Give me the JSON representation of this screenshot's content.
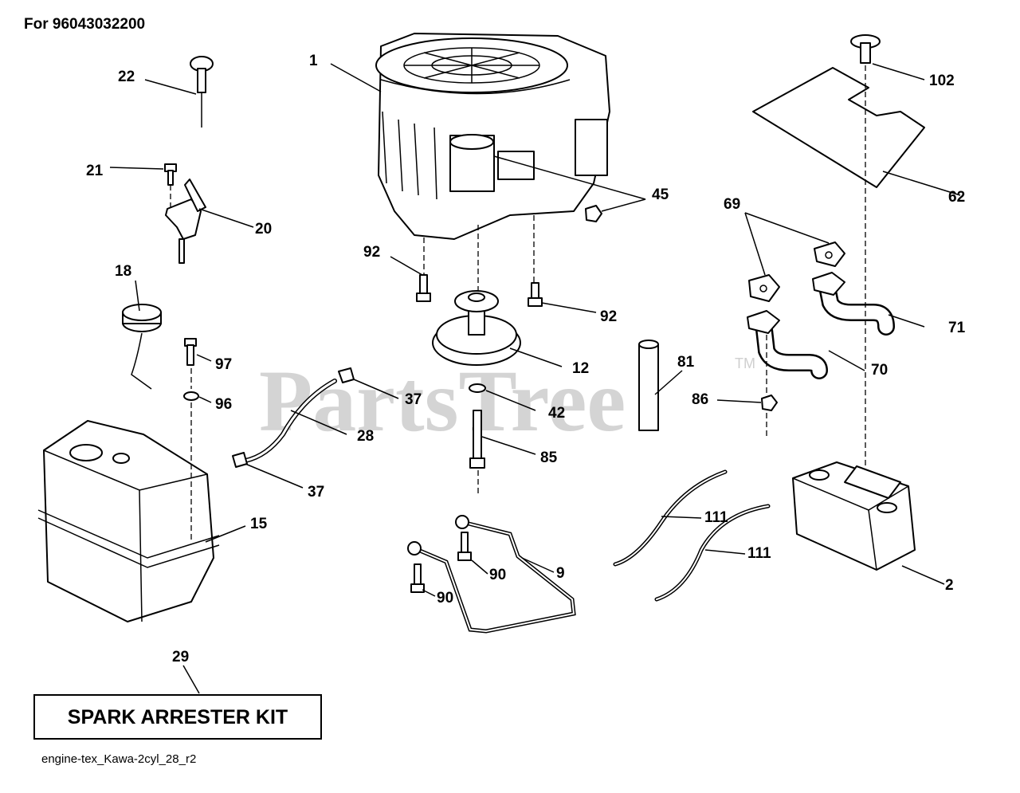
{
  "header": {
    "model_label": "For 96043032200"
  },
  "footer": {
    "drawing_id": "engine-tex_Kawa-2cyl_28_r2"
  },
  "kit_box": {
    "label": "SPARK ARRESTER KIT",
    "callout": "29"
  },
  "watermark": {
    "text": "PartsTree",
    "tm": "TM"
  },
  "callouts": {
    "c1": "1",
    "c2": "2",
    "c9": "9",
    "c12": "12",
    "c15": "15",
    "c18": "18",
    "c20": "20",
    "c21": "21",
    "c22": "22",
    "c28": "28",
    "c37a": "37",
    "c37b": "37",
    "c42": "42",
    "c45": "45",
    "c62": "62",
    "c69": "69",
    "c70": "70",
    "c71": "71",
    "c81": "81",
    "c85": "85",
    "c86": "86",
    "c90a": "90",
    "c90b": "90",
    "c92a": "92",
    "c92b": "92",
    "c96": "96",
    "c97": "97",
    "c102": "102",
    "c111a": "111",
    "c111b": "111"
  }
}
